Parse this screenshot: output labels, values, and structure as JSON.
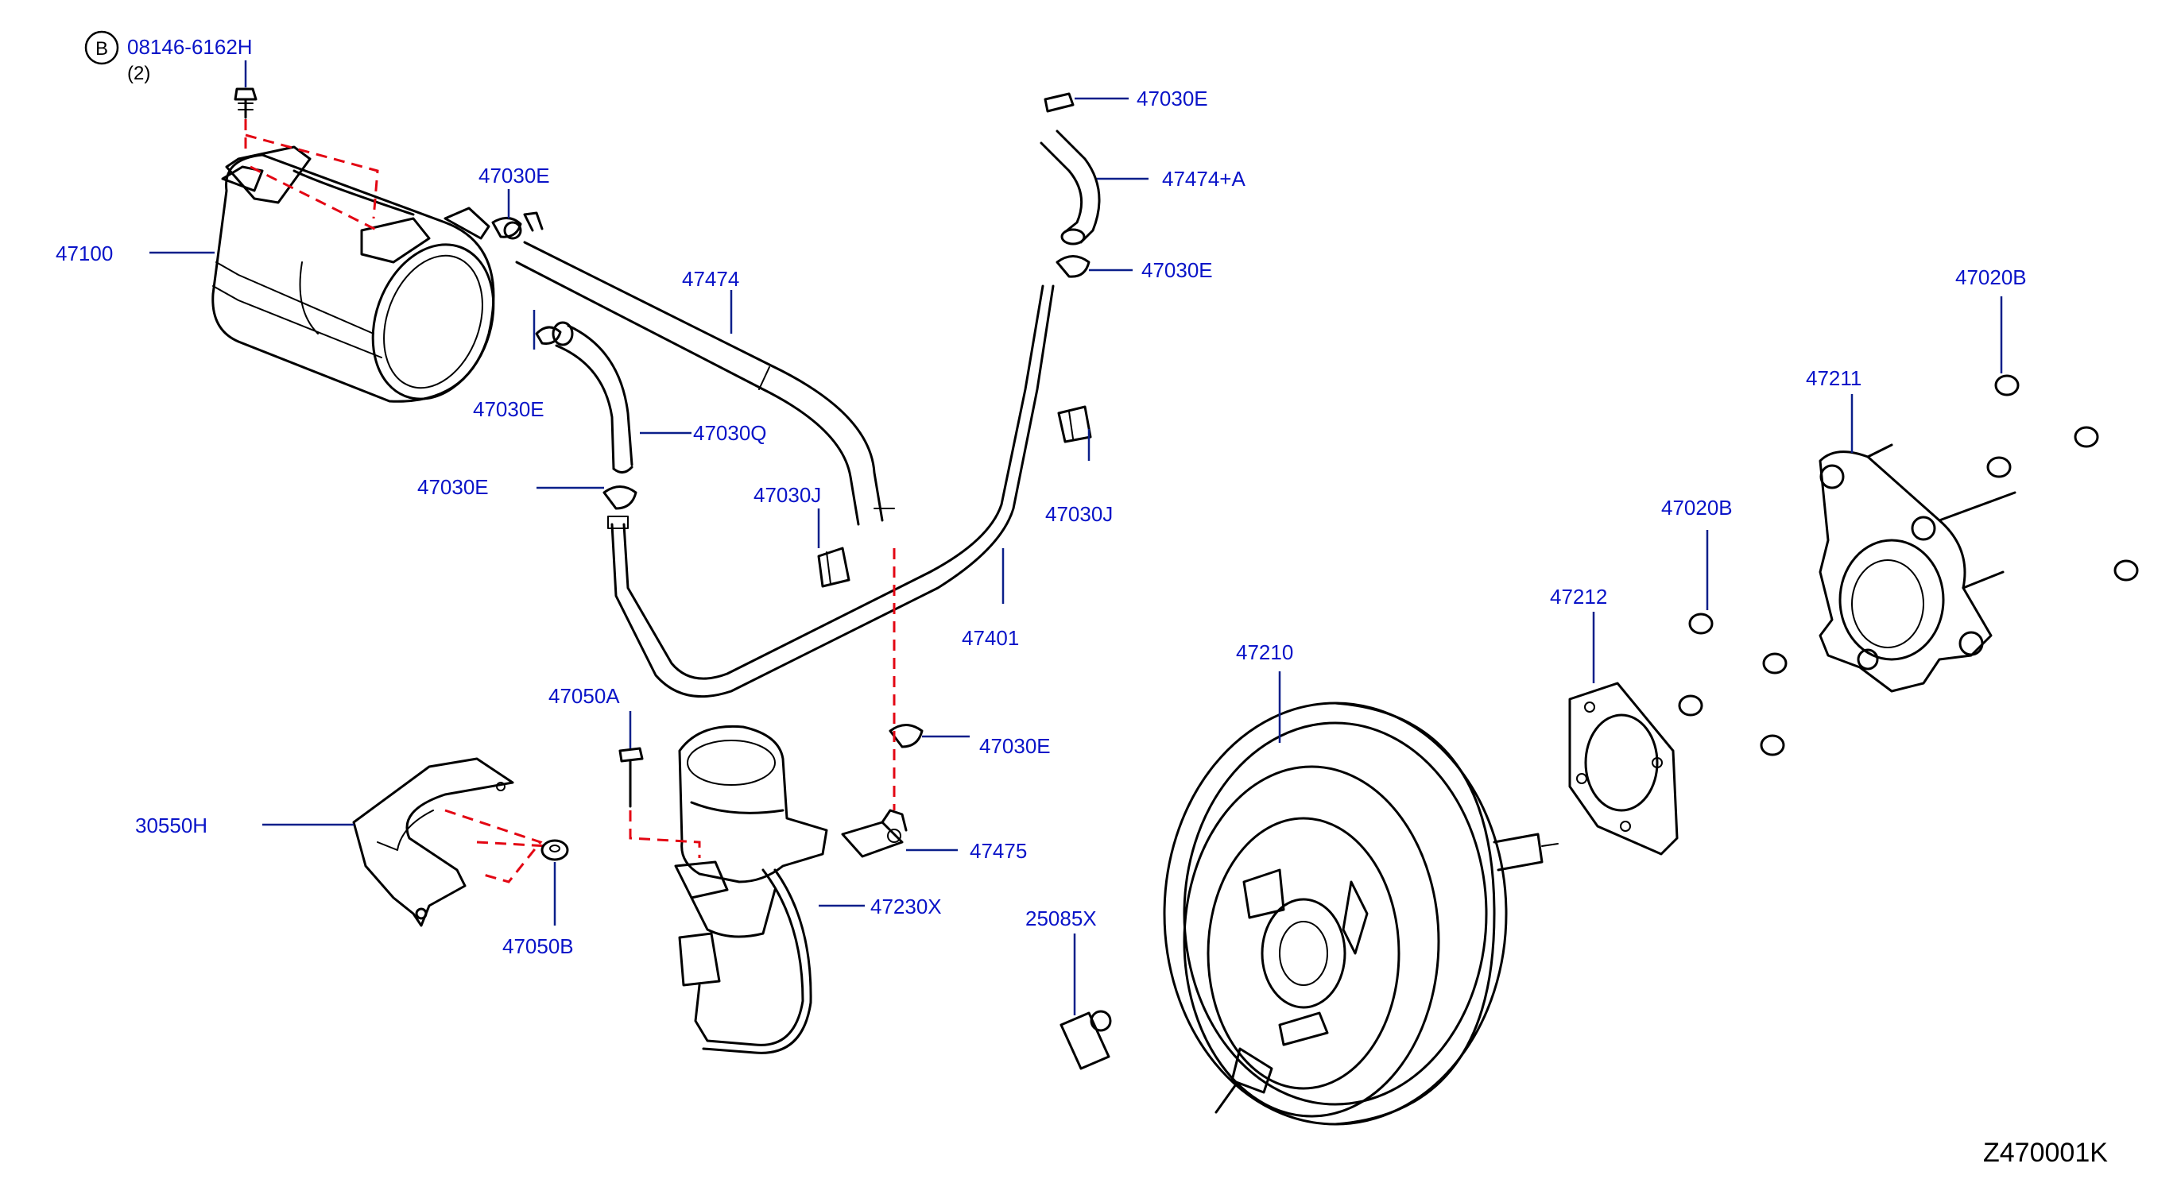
{
  "callouts": {
    "bolt_circle_letter": "B",
    "bolt_part": "08146-6162H",
    "bolt_qty": "(2)",
    "p47100": "47100",
    "p47030E_a": "47030E",
    "p47030E_b": "47030E",
    "p47030E_c": "47030E",
    "p47030E_d": "47030E",
    "p47030E_e": "47030E",
    "p47474": "47474",
    "p47474A": "47474+A",
    "p47030Q": "47030Q",
    "p47030J_a": "47030J",
    "p47030J_b": "47030J",
    "p47401": "47401",
    "p47050A": "47050A",
    "p47050B": "47050B",
    "p30550H": "30550H",
    "p47475": "47475",
    "p47230X": "47230X",
    "p25085X": "25085X",
    "p47210": "47210",
    "p47212": "47212",
    "p47211": "47211",
    "p47020B_a": "47020B",
    "p47020B_b": "47020B"
  },
  "diagram_code": "Z470001K",
  "colors": {
    "label": "#0a14c8",
    "leader": "#0a1f8a",
    "phantom_line": "#e30613",
    "line_art": "#000000"
  }
}
